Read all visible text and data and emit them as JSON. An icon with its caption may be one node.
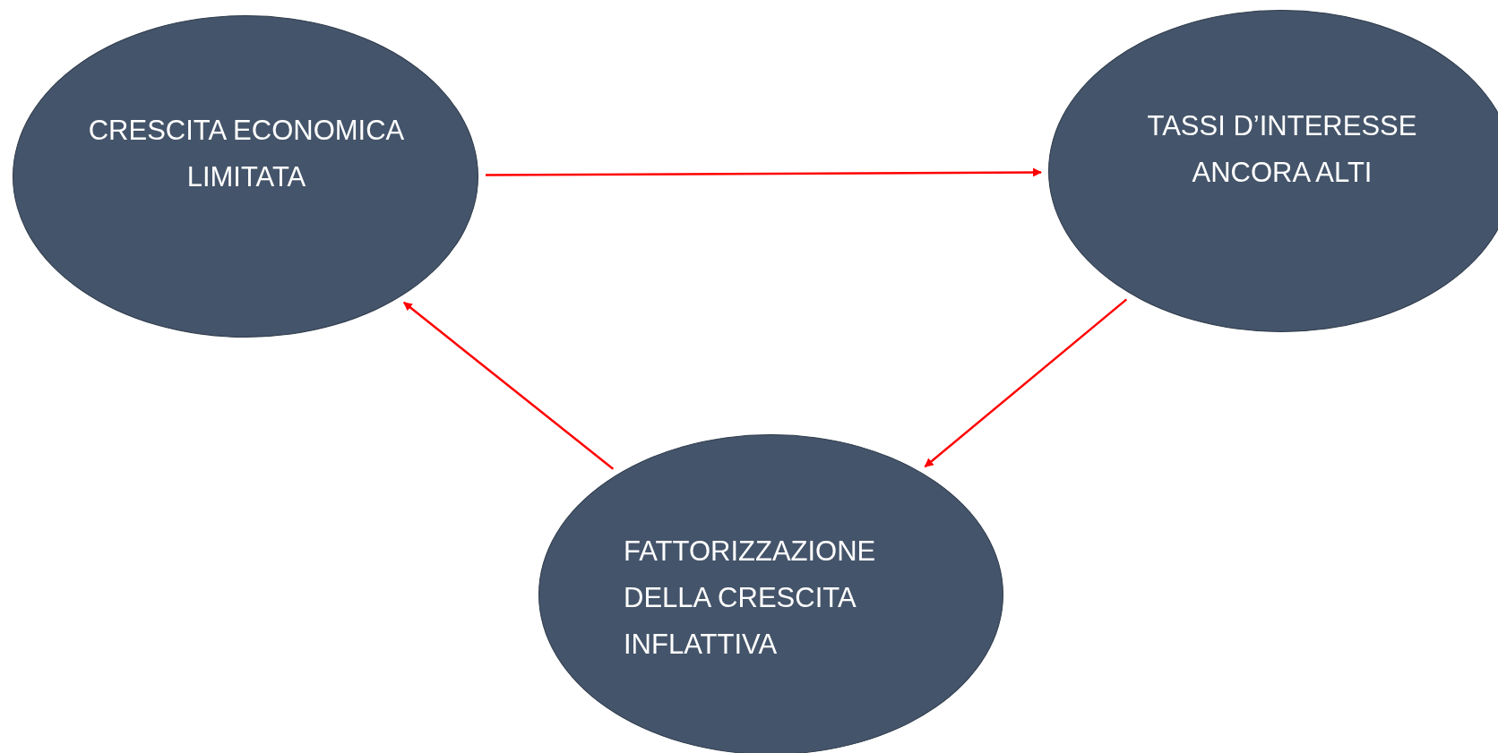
{
  "diagram": {
    "nodes": [
      {
        "text": [
          "CRESCITA ECONOMICA LIMITATA"
        ]
      },
      {
        "text": [
          "TASSI D’INTERESSE ANCORA ALTI"
        ]
      },
      {
        "text": [
          "FATTORIZZAZIONE DELLA CRESCITA INFLATTIVA"
        ]
      }
    ],
    "edges": [
      {
        "from": 0,
        "to": 1,
        "arrow": "to"
      },
      {
        "from": 1,
        "to": 2,
        "arrow": "to"
      },
      {
        "from": 2,
        "to": 0,
        "arrow": "to"
      }
    ]
  }
}
